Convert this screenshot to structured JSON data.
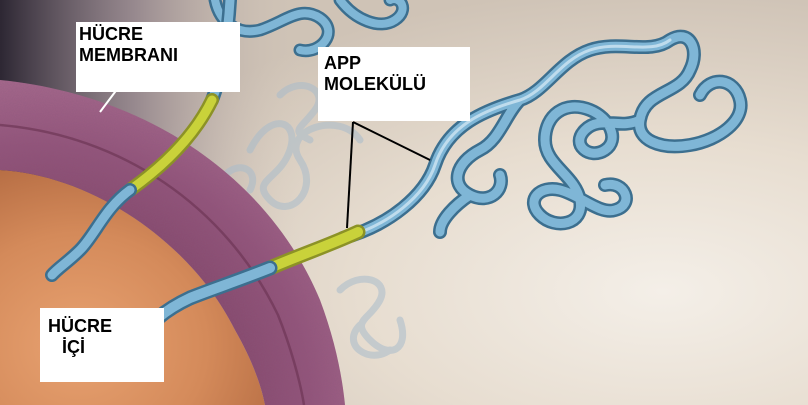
{
  "labels": {
    "cell_membrane": {
      "line1": "HÜCRE",
      "line2": "MEMBRANI"
    },
    "app_molecule": {
      "line1": "APP",
      "line2": "MOLEKÜLÜ"
    },
    "cell_interior": {
      "line1": "HÜCRE",
      "line2": "İÇİ"
    }
  },
  "colors": {
    "background_parchment": "#e9e0d4",
    "membrane_purple": "#8a4a6e",
    "cytoplasm_orange": "#d88f5e",
    "molecule_blue": "#6fa6c8",
    "transmembrane_yellow": "#c9d23a",
    "left_dark_edge": "#2d2733"
  }
}
